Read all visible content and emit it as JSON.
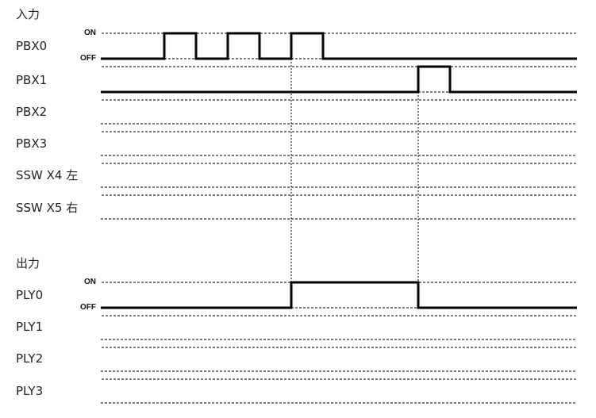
{
  "input_section": {
    "title": "入力"
  },
  "output_section": {
    "title": "出力"
  },
  "level_labels": {
    "on": "ON",
    "off": "OFF"
  },
  "timing": {
    "time_units": 15
  },
  "inputs": [
    {
      "name": "PBX0",
      "high_intervals": [
        [
          2,
          3
        ],
        [
          4,
          5
        ],
        [
          6,
          7
        ]
      ]
    },
    {
      "name": "PBX1",
      "high_intervals": [
        [
          10,
          11
        ]
      ]
    },
    {
      "name": "PBX2",
      "high_intervals": null
    },
    {
      "name": "PBX3",
      "high_intervals": null
    },
    {
      "name": "SSW X4 左",
      "high_intervals": null
    },
    {
      "name": "SSW X5 右",
      "high_intervals": null
    }
  ],
  "outputs": [
    {
      "name": "PLY0",
      "high_intervals": [
        [
          6,
          10
        ]
      ]
    },
    {
      "name": "PLY1",
      "high_intervals": null
    },
    {
      "name": "PLY2",
      "high_intervals": null
    },
    {
      "name": "PLY3",
      "high_intervals": null
    }
  ],
  "markers": [
    6,
    10
  ]
}
